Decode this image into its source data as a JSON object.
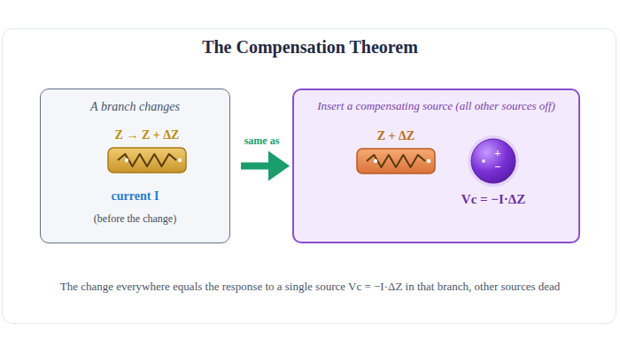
{
  "diagram": {
    "title": "The Compensation Theorem",
    "caption": "The change everywhere equals the response to a single source Vc = −I·ΔZ in that branch, other sources dead",
    "nodes": [
      {
        "text": [
          "A branch changes",
          "current I",
          "(before the change)"
        ]
      },
      {
        "text": [
          "Z → Z + ΔZ"
        ],
        "in": 0
      },
      {
        "text": [
          "Insert a compensating source (all other sources off)"
        ]
      },
      {
        "text": [
          "Z + ΔZ"
        ],
        "in": 2
      },
      {
        "text": [
          "+",
          "−",
          "Vc = −I·ΔZ"
        ],
        "in": 2
      }
    ],
    "edges": [
      {
        "from": 0,
        "to": 2,
        "arrow": "to",
        "label": "same as"
      }
    ]
  }
}
